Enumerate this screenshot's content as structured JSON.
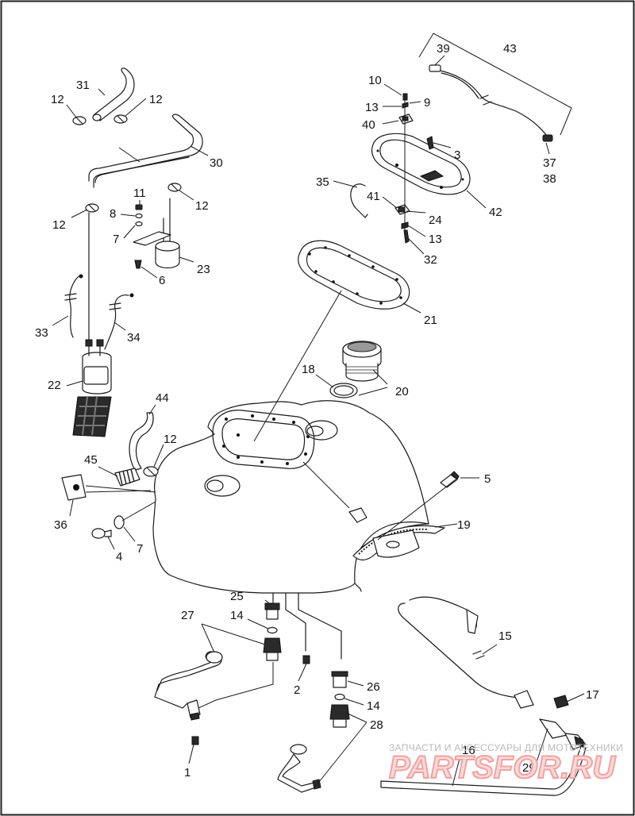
{
  "callouts": [
    "1",
    "2",
    "3",
    "4",
    "5",
    "6",
    "7",
    "8",
    "9",
    "10",
    "11",
    "12",
    "13",
    "14",
    "15",
    "16",
    "17",
    "18",
    "19",
    "20",
    "21",
    "22",
    "23",
    "24",
    "25",
    "26",
    "27",
    "28",
    "29",
    "30",
    "31",
    "32",
    "33",
    "34",
    "35",
    "36",
    "37",
    "38",
    "39",
    "40",
    "41",
    "42",
    "43",
    "44",
    "45"
  ],
  "watermark": {
    "line1": "ЗАПЧАСТИ И АКСЕССУАРЫ ДЛЯ МОТОТЕХНИКИ",
    "logo": "PARTSFOR.RU"
  }
}
